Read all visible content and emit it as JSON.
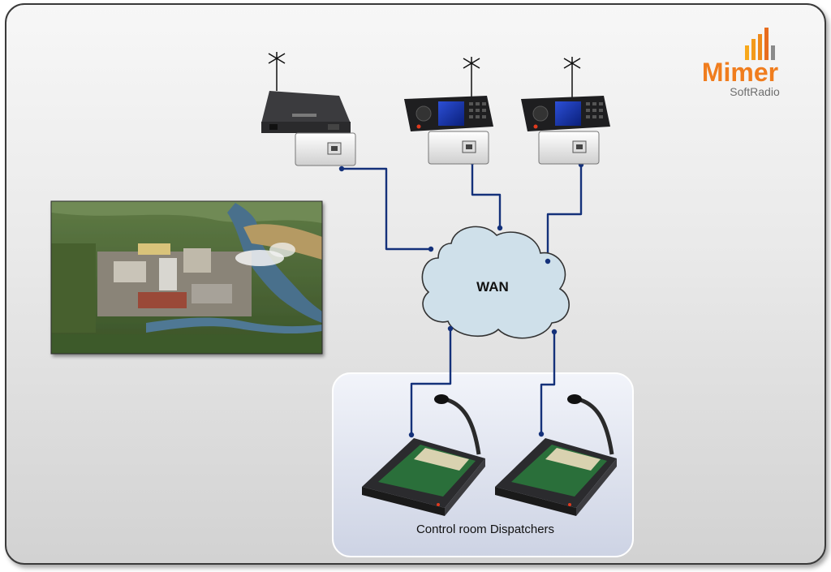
{
  "logo": {
    "brand": "Mimer",
    "product": "SoftRadio",
    "bar_colors": [
      "#f7a81b",
      "#f39a1a",
      "#ee8a1c",
      "#e86d1f",
      "#8a8a8a"
    ]
  },
  "cloud": {
    "label": "WAN"
  },
  "control_room": {
    "label": "Control room Dispatchers"
  },
  "colors": {
    "cable": "#14317a",
    "cloud_fill": "#cfe0ea",
    "brand_orange": "#f07d1e"
  },
  "icons": [
    "antenna-icon",
    "base-station-icon",
    "mobile-radio-icon",
    "radio-gateway-icon",
    "wan-cloud-icon",
    "dispatcher-console-icon",
    "microphone-icon",
    "industrial-site-photo"
  ]
}
